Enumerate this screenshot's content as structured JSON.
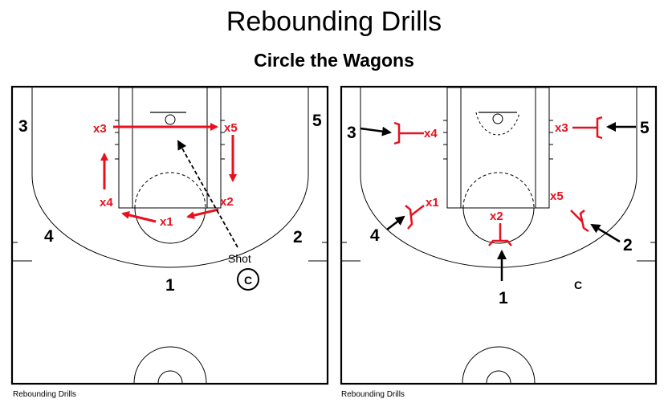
{
  "title": "Rebounding Drills",
  "subtitle": "Circle the Wagons",
  "colors": {
    "red": "#e8101e",
    "black": "#000000"
  },
  "left_diagram": {
    "caption": "Rebounding Drills",
    "offense": [
      "3",
      "5",
      "4",
      "2",
      "1"
    ],
    "defense": [
      "x3",
      "x5",
      "x4",
      "x2",
      "x1"
    ],
    "shot_label": "Shot",
    "coach": "C"
  },
  "right_diagram": {
    "caption": "Rebounding Drills",
    "offense": [
      "3",
      "5",
      "4",
      "2",
      "1"
    ],
    "defense": [
      "x4",
      "x3",
      "x1",
      "x5",
      "x2"
    ],
    "coach": "C"
  }
}
